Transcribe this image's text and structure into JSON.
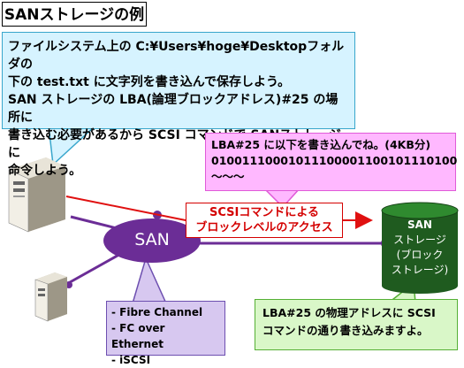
{
  "title": "SANストレージの例",
  "blue_bubble": {
    "lines": [
      "ファイルシステム上の C:¥Users¥hoge¥Desktopフォルダの",
      "下の test.txt に文字列を書き込んで保存しよう。",
      "SAN ストレージの LBA(論理ブロックアドレス)#25 の場所に",
      "書き込む必要があるから SCSI コマンドで SANストレージ に",
      "命令しよう。"
    ]
  },
  "pink_bubble": {
    "lines": [
      "LBA#25 に以下を書き込んでね。(4KB分)",
      "01001110001011100001100101110100",
      "～～～"
    ]
  },
  "red_box": {
    "lines": [
      "SCSIコマンドによる",
      "ブロックレベルのアクセス"
    ]
  },
  "san_cloud": {
    "label": "SAN"
  },
  "storage": {
    "lines": [
      "SAN",
      "ストレージ",
      "(ブロック",
      "ストレージ)"
    ]
  },
  "purple_bubble": {
    "lines": [
      "- Fibre Channel",
      "- FC over Ethernet",
      "- iSCSI"
    ]
  },
  "green_bubble": {
    "lines": [
      "LBA#25 の物理アドレスに SCSI",
      "コマンドの通り書き込みますよ。"
    ]
  },
  "colors": {
    "san_purple": "#6b2d96",
    "storage_green": "#1f5b1f",
    "arrow_red": "#e01010"
  }
}
